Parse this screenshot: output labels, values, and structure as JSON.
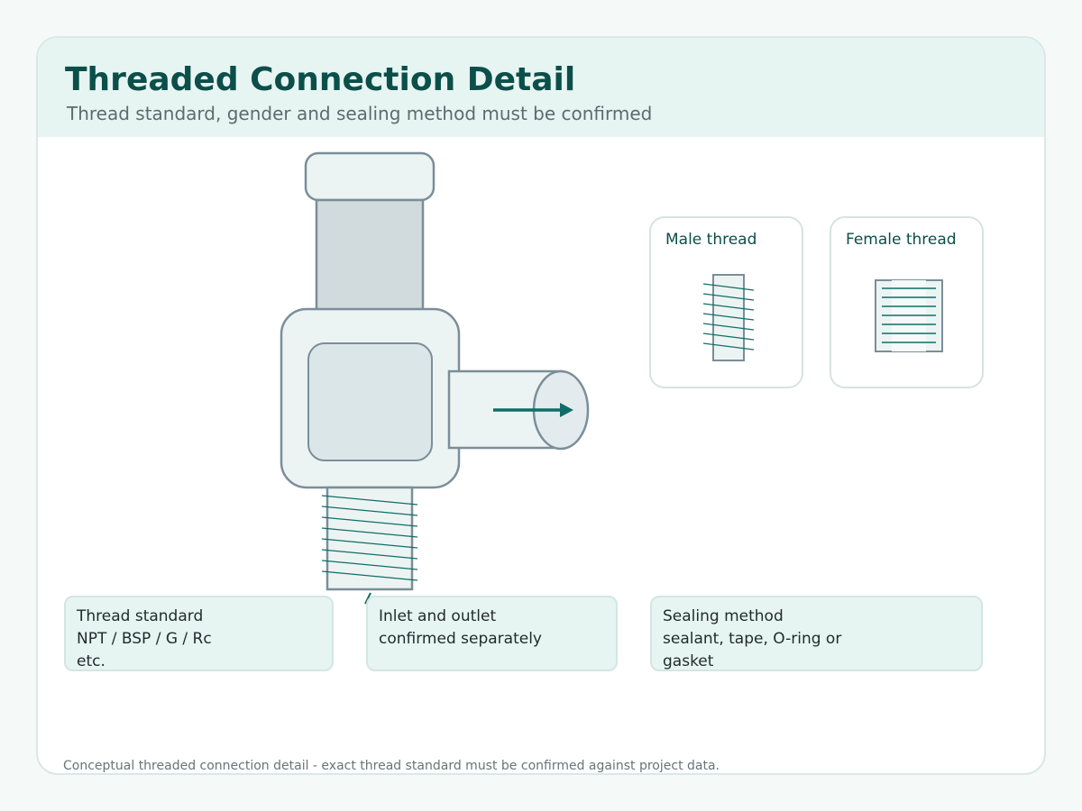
{
  "title": "Threaded Connection Detail",
  "subtitle": "Thread standard, gender and sealing method must be confirmed",
  "thread_samples": {
    "male_label": "Male thread",
    "female_label": "Female thread"
  },
  "callouts": [
    {
      "lines": [
        "Thread standard",
        "NPT / BSP / G / Rc",
        "etc."
      ]
    },
    {
      "lines": [
        "Inlet and outlet",
        "confirmed separately"
      ]
    },
    {
      "lines": [
        "Sealing method",
        "sealant, tape, O-ring or",
        "gasket"
      ]
    }
  ],
  "footer": "Conceptual threaded connection detail - exact thread standard must be confirmed against project data.",
  "colors": {
    "accent": "#0f6e67",
    "outline": "#7b8e99",
    "panel": "#e7f5f2"
  }
}
